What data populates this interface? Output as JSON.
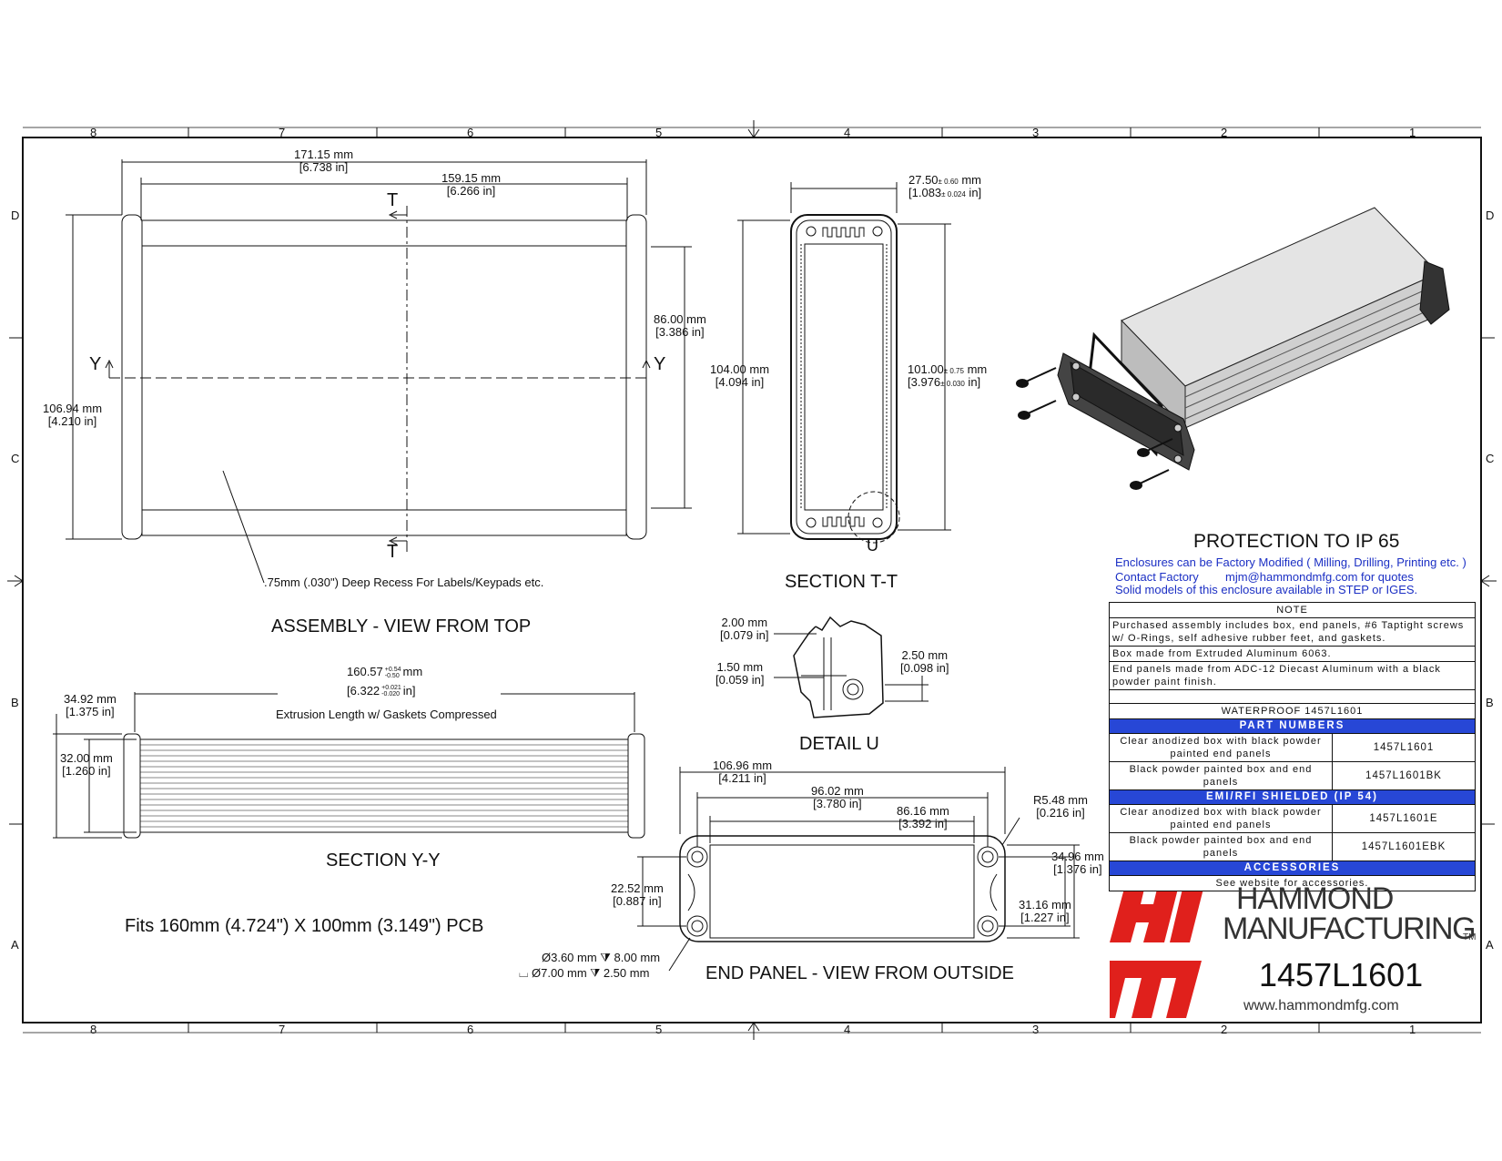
{
  "colors": {
    "line": "#111111",
    "accent_blue": "#2747d6",
    "logo_red": "#e0201c",
    "link_blue": "#1b2fc4"
  },
  "zone_columns": [
    "8",
    "7",
    "6",
    "5",
    "4",
    "3",
    "2",
    "1"
  ],
  "zone_rows": [
    "D",
    "C",
    "B",
    "A"
  ],
  "views": {
    "assembly_title": "ASSEMBLY - VIEW FROM TOP",
    "section_tt": "SECTION  T-T",
    "detail_u": "DETAIL  U",
    "section_yy": "SECTION Y-Y",
    "end_panel": "END PANEL - VIEW FROM OUTSIDE",
    "fits": "Fits 160mm (4.724\") X 100mm (3.149\") PCB"
  },
  "section_markers": {
    "t": "T",
    "y": "Y",
    "u": "U"
  },
  "dimensions": {
    "a_171": [
      "171.15 mm",
      "[6.738 in]"
    ],
    "a_159": [
      "159.15 mm",
      "[6.266 in]"
    ],
    "a_86": [
      "86.00 mm",
      "[3.386 in]"
    ],
    "a_106": [
      "106.94 mm",
      "[4.210 in]"
    ],
    "recess_note": ".75mm (.030\") Deep Recess For Labels/Keypads etc.",
    "s_27_mm": "27.50",
    "s_27_tol_mm": "± 0.60",
    "s_27_in": "1.083",
    "s_27_tol_in": "± 0.024",
    "s_104": [
      "104.00 mm",
      "[4.094 in]"
    ],
    "s_101_mm": "101.00",
    "s_101_tol_mm": "± 0.75",
    "s_101_in": "3.976",
    "s_101_tol_in": "± 0.030",
    "d_200": [
      "2.00 mm",
      "[0.079 in]"
    ],
    "d_150": [
      "1.50 mm",
      "[0.059 in]"
    ],
    "d_250": [
      "2.50 mm",
      "[0.098 in]"
    ],
    "y_160_mm": "160.57",
    "y_160_tol_mm_plus": "+0.54",
    "y_160_tol_mm_minus": "-0.50",
    "y_160_in": "6.322",
    "y_160_tol_in_plus": "+0.021",
    "y_160_tol_in_minus": "-0.020",
    "y_ext": "Extrusion Length w/ Gaskets Compressed",
    "y_34": [
      "34.92 mm",
      "[1.375 in]"
    ],
    "y_32": [
      "32.00 mm",
      "[1.260 in]"
    ],
    "e_106": [
      "106.96 mm",
      "[4.211 in]"
    ],
    "e_96": [
      "96.02 mm",
      "[3.780 in]"
    ],
    "e_86": [
      "86.16 mm",
      "[3.392 in]"
    ],
    "e_r548": [
      "R5.48 mm",
      "[0.216 in]"
    ],
    "e_34": [
      "34.96 mm",
      "[1.376 in]"
    ],
    "e_22": [
      "22.52 mm",
      "[0.887 in]"
    ],
    "e_31": [
      "31.16 mm",
      "[1.227 in]"
    ],
    "e_hole1": "Ø3.60 mm ⧩ 8.00 mm",
    "e_hole2": "⌴ Ø7.00 mm ⧩ 2.50 mm"
  },
  "info": {
    "ip_title": "PROTECTION TO IP 65",
    "line1": "Enclosures can be Factory Modified ( Milling, Drilling, Printing etc. )",
    "line2a": "Contact Factory",
    "line2b": "mjm@hammondmfg.com for quotes",
    "line3": "Solid models of this enclosure available in STEP or IGES."
  },
  "notes": {
    "header": "NOTE",
    "n1": "Purchased assembly includes box, end panels, #6 Taptight screws w/ O-Rings, self adhesive rubber feet, and gaskets.",
    "n2": "Box made from Extruded Aluminum 6063.",
    "n3": "End panels made from ADC-12 Diecast Aluminum with a black powder paint finish.",
    "waterproof": "WATERPROOF 1457L1601",
    "band_parts": "PART NUMBERS",
    "parts": [
      {
        "desc": "Clear anodized box with black powder painted end panels",
        "pn": "1457L1601"
      },
      {
        "desc": "Black powder painted box and end panels",
        "pn": "1457L1601BK"
      }
    ],
    "band_emi": "EMI/RFI SHIELDED (IP 54)",
    "emi_parts": [
      {
        "desc": "Clear anodized box with black powder painted end panels",
        "pn": "1457L1601E"
      },
      {
        "desc": "Black powder painted box and end panels",
        "pn": "1457L1601EBK"
      }
    ],
    "band_acc": "ACCESSORIES",
    "acc": "See website for accessories."
  },
  "logo": {
    "name1": "HAMMOND",
    "name2": "MANUFACTURING",
    "tm": "TM",
    "part": "1457L1601",
    "url": "www.hammondmfg.com"
  }
}
